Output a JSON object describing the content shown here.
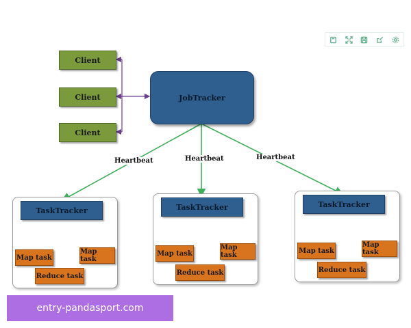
{
  "toolbar": {
    "buttons": [
      {
        "icon": "book-icon"
      },
      {
        "icon": "expand-icon"
      },
      {
        "icon": "save-icon"
      },
      {
        "icon": "share-icon"
      },
      {
        "icon": "gear-icon"
      }
    ]
  },
  "diagram": {
    "clients": [
      "Client",
      "Client",
      "Client"
    ],
    "jobtracker": "JobTracker",
    "heartbeat_labels": [
      "Heartbeat",
      "Heartbeat",
      "Heartbeat"
    ],
    "nodes": [
      {
        "tasktracker": "TaskTracker",
        "map_task_1": "Map task",
        "map_task_2": "Map task",
        "reduce_task": "Reduce task"
      },
      {
        "tasktracker": "TaskTracker",
        "map_task_1": "Map task",
        "map_task_2": "Map task",
        "reduce_task": "Reduce task"
      },
      {
        "tasktracker": "TaskTracker",
        "map_task_1": "Map task",
        "map_task_2": "Map task",
        "reduce_task": "Reduce task"
      }
    ],
    "colors": {
      "client": "#7a9a3c",
      "tracker": "#2f5f8f",
      "task": "#d8741e",
      "heartbeat_arrow": "#3fae5b",
      "client_arrow": "#6a3d8f"
    }
  },
  "watermark": "entry-pandasport.com"
}
